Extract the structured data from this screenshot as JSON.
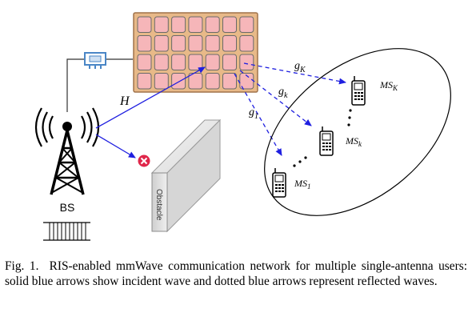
{
  "diagram": {
    "base_station_label": "BS",
    "channel_label": "H",
    "obstacle_label": "Obstacle",
    "users": [
      {
        "name": "MS",
        "sub": "1"
      },
      {
        "name": "MS",
        "sub": "k"
      },
      {
        "name": "MS",
        "sub": "K"
      }
    ],
    "reflected_channels": [
      {
        "name": "g",
        "sub": "1"
      },
      {
        "name": "g",
        "sub": "k"
      },
      {
        "name": "g",
        "sub": "K"
      }
    ],
    "ris_grid": {
      "rows": 4,
      "cols": 7
    },
    "colors": {
      "arrow": "#1f1fe0",
      "ris_tile_fill": "#f6b6b9",
      "ris_tile_border": "#6a6a6a",
      "ris_frame": "#e8b988",
      "blocked_icon": "#e0264a",
      "router": "#4a86c6"
    }
  },
  "caption": {
    "prefix": "Fig. 1.",
    "text": "RIS-enabled mmWave communication network for multiple single-antenna users: solid blue arrows show incident wave and dotted blue arrows represent reflected waves."
  }
}
